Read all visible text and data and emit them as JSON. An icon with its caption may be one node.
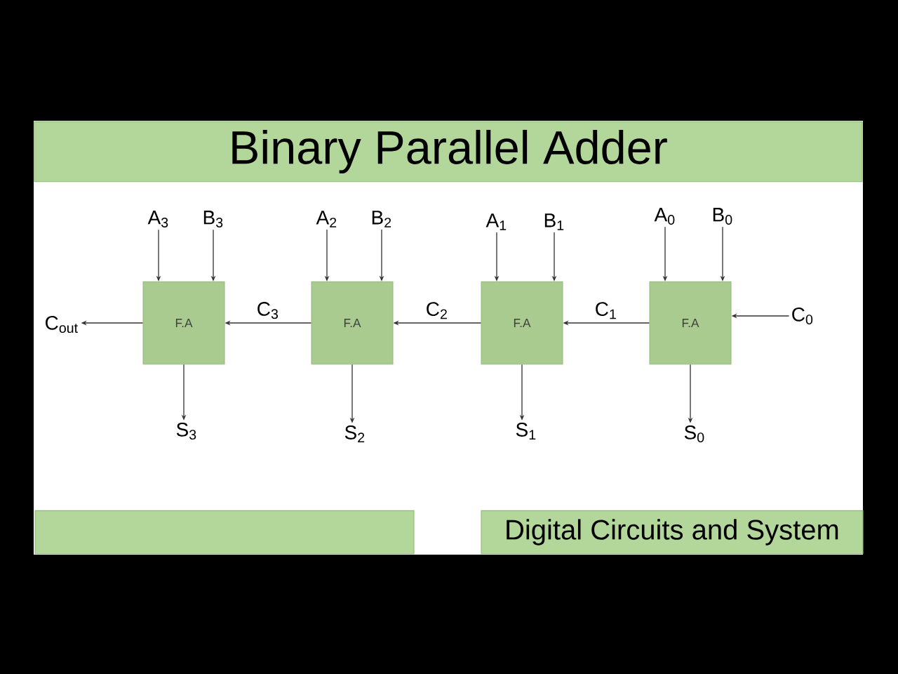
{
  "diagram": {
    "title": "Binary Parallel Adder",
    "nodes": [
      {
        "text": [
          "A$_{3}$"
        ]
      },
      {
        "text": [
          "B$_{3}$"
        ]
      },
      {
        "text": [
          "A$_{2}$"
        ]
      },
      {
        "text": [
          "B$_{2}$"
        ]
      },
      {
        "text": [
          "A$_{1}$"
        ]
      },
      {
        "text": [
          "B$_{1}$"
        ]
      },
      {
        "text": [
          "A$_{0}$"
        ]
      },
      {
        "text": [
          "B$_{0}$"
        ]
      },
      {
        "text": [
          "C$_{out}$"
        ]
      },
      {
        "text": [
          "F.A"
        ]
      },
      {
        "text": [
          "F.A"
        ]
      },
      {
        "text": [
          "F.A"
        ]
      },
      {
        "text": [
          "F.A"
        ]
      },
      {
        "text": [
          "C$_{0}$"
        ]
      },
      {
        "text": [
          "S$_{3}$"
        ]
      },
      {
        "text": [
          "S$_{2}$"
        ]
      },
      {
        "text": [
          "S$_{1}$"
        ]
      },
      {
        "text": [
          "S$_{0}$"
        ]
      },
      {
        "text": [],
        "shape": "box"
      },
      {
        "text": [
          "Digital Circuits and System"
        ]
      }
    ],
    "edges": [
      {
        "from": 0,
        "to": 9,
        "arrow": "to"
      },
      {
        "from": 1,
        "to": 9,
        "arrow": "to"
      },
      {
        "from": 2,
        "to": 10,
        "arrow": "to"
      },
      {
        "from": 3,
        "to": 10,
        "arrow": "to"
      },
      {
        "from": 4,
        "to": 11,
        "arrow": "to"
      },
      {
        "from": 5,
        "to": 11,
        "arrow": "to"
      },
      {
        "from": 6,
        "to": 12,
        "arrow": "to"
      },
      {
        "from": 7,
        "to": 12,
        "arrow": "to"
      },
      {
        "from": 13,
        "to": 12,
        "arrow": "to"
      },
      {
        "from": 12,
        "to": 11,
        "arrow": "to",
        "label": "C$_{1}$"
      },
      {
        "from": 11,
        "to": 10,
        "arrow": "to",
        "label": "C$_{2}$"
      },
      {
        "from": 10,
        "to": 9,
        "arrow": "to",
        "label": "C$_{3}$"
      },
      {
        "from": 9,
        "to": 8,
        "arrow": "to"
      },
      {
        "from": 9,
        "to": 14,
        "arrow": "to"
      },
      {
        "from": 10,
        "to": 15,
        "arrow": "to"
      },
      {
        "from": 11,
        "to": 16,
        "arrow": "to"
      },
      {
        "from": 12,
        "to": 17,
        "arrow": "to"
      }
    ]
  }
}
